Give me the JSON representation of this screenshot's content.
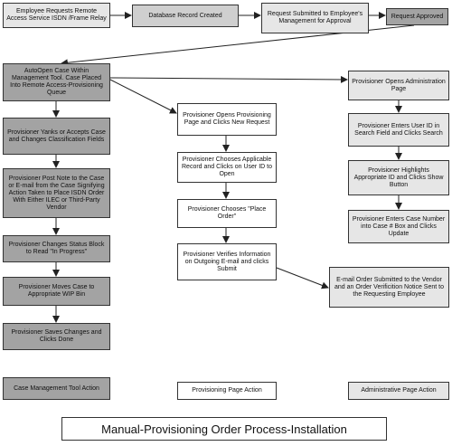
{
  "diagram": {
    "title": "Manual-Provisioning Order Process-Installation",
    "top_row": {
      "b1": "Employee Requests Remote Access Service ISDN /Frame Relay",
      "b2": "Database Record Created",
      "b3": "Request Submitted to Employee's Management for Approval",
      "b4": "Request Approved"
    },
    "left_column": {
      "c1": "AutoOpen Case Within Management Tool. Case Placed Into Remote Access-Provisioning Queue",
      "c2": "Provisioner Yanks or Accepts Case and Changes Classification Fields",
      "c3": "Provisioner Post Note to the Case or E-mail from the Case Signifying Action Taken to Place ISDN Order With Either ILEC or Third-Party Vendor",
      "c4": "Provisioner Changes Status Block to Read \"In Progress\"",
      "c5": "Provisioner Moves Case to Appropriate WIP Bin",
      "c6": "Provisioner Saves Changes and Clicks Done"
    },
    "middle_column": {
      "m1": "Provisioner Opens Provisioning Page and Clicks New Request",
      "m2": "Provisioner Chooses Applicable Record and Clicks on User ID to Open",
      "m3": "Provisioner Chooses \"Place Order\"",
      "m4": "Provisioner Verifies Information on Outgoing E-mail and clicks Submit"
    },
    "right_column": {
      "r1": "Provisioner Opens Administration Page",
      "r2": "Provisioner Enters User ID in Search Field and Clicks Search",
      "r3": "Provisioner Highlights Appropriate ID and Clicks Show Button",
      "r4": "Provisioner Enters Case Number into Case # Box and Clicks Update",
      "r5": "E-mail Order Submitted to the Vendor and an Order Verificition Notice Sent to the Requesting Employee"
    },
    "legend": {
      "l1": "Case Management Tool Action",
      "l2": "Provisioning Page Action",
      "l3": "Administrative Page Action"
    }
  }
}
